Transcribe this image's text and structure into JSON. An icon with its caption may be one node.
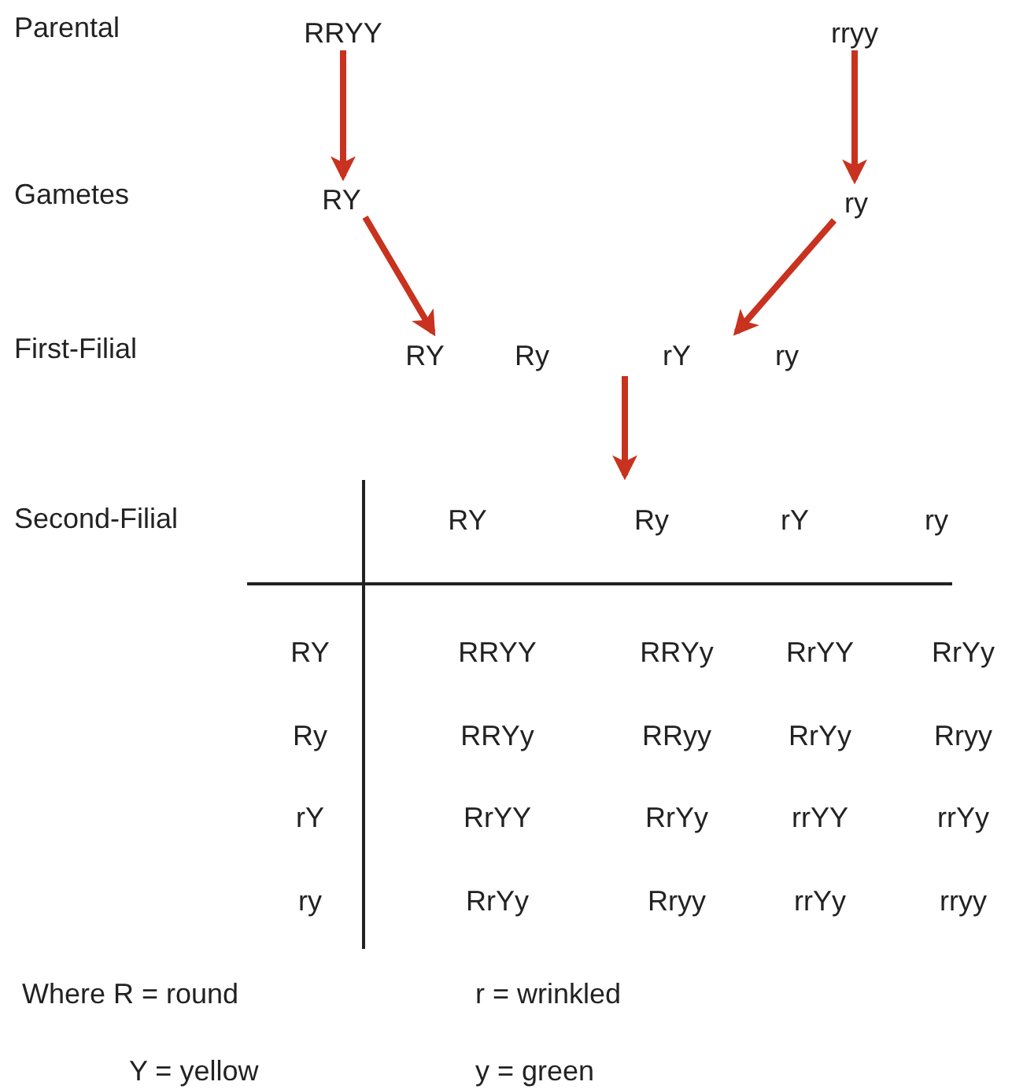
{
  "diagram": {
    "nodes": [
      {
        "text": [
          "RRYY"
        ]
      },
      {
        "text": [
          "rryy"
        ]
      },
      {
        "text": [
          "RY"
        ]
      },
      {
        "text": [
          "ry"
        ]
      },
      {
        "text": [
          "RY",
          "Ry",
          "rY",
          "ry"
        ]
      }
    ],
    "edges": [
      {
        "from": 0,
        "to": 2,
        "arrow": "to"
      },
      {
        "from": 1,
        "to": 3,
        "arrow": "to"
      },
      {
        "from": 2,
        "to": 4,
        "arrow": "to"
      },
      {
        "from": 3,
        "to": 4,
        "arrow": "to"
      },
      {
        "from": 4,
        "to": null,
        "arrow": "to"
      }
    ],
    "labels": [
      "Parental",
      "Gametes",
      "First-Filial",
      "Second-Filial",
      "RY",
      "Ry",
      "rY",
      "ry",
      "RY",
      "RRYY",
      "RRYy",
      "RrYY",
      "RrYy",
      "Ry",
      "RRYy",
      "RRyy",
      "RrYy",
      "Rryy",
      "rY",
      "RrYY",
      "RrYy",
      "rrYY",
      "rrYy",
      "ry",
      "RrYy",
      "Rryy",
      "rrYy",
      "rryy",
      "Where R = round",
      "r = wrinkled",
      "Y = yellow",
      "y = green"
    ]
  }
}
